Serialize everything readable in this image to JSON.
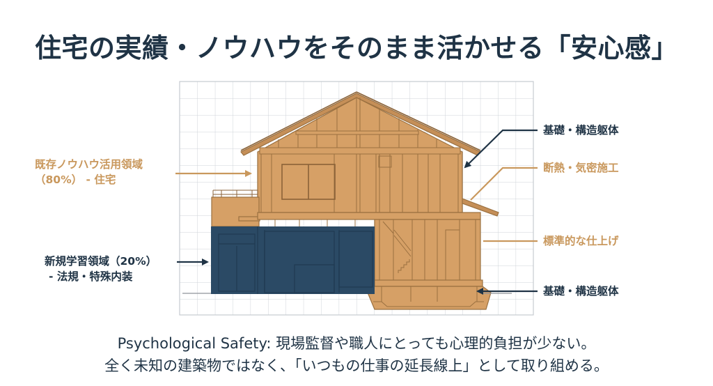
{
  "title": "住宅の実績・ノウハウをそのまま活かせる「安心感」",
  "colors": {
    "navy": "#1f3345",
    "navy_fill": "#2b4a65",
    "tan": "#c9985d",
    "wood": "#d6a066",
    "wood_stroke": "#9a7040",
    "grid": "#cfd3d8"
  },
  "labels": {
    "left_existing": {
      "line1": "既存ノウハウ活用領域",
      "line2": "（80%） - 住宅"
    },
    "left_new": {
      "line1": "新規学習領域（20%）",
      "line2": "- 法規・特殊内装"
    },
    "right": [
      {
        "text": "基礎・構造躯体",
        "color": "navy"
      },
      {
        "text": "断熱・気密施工",
        "color": "tan"
      },
      {
        "text": "標準的な仕上げ",
        "color": "tan"
      },
      {
        "text": "基礎・構造躯体",
        "color": "navy"
      }
    ]
  },
  "footer": {
    "line1": "Psychological Safety: 現場監督や職人にとっても心理的負担が少ない。",
    "line2": "全く未知の建築物ではなく、「いつもの仕事の延長線上」として取り組める。"
  }
}
